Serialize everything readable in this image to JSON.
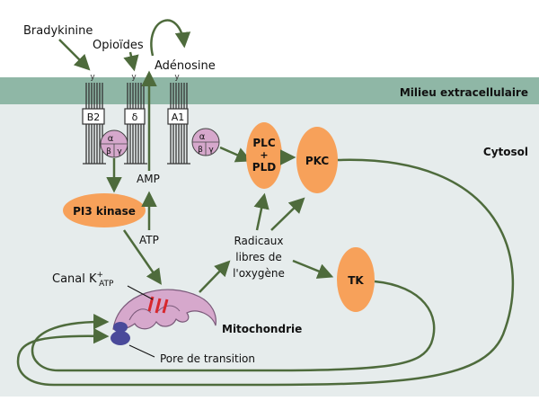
{
  "regions": {
    "extracellular": "Milieu extracellulaire",
    "cytosol": "Cytosol"
  },
  "ligands": {
    "bradykinine": "Bradykinine",
    "opioides": "Opioïdes",
    "adenosine": "Adénosine"
  },
  "receptors": {
    "b2": "B2",
    "delta": "δ",
    "a1": "A1",
    "receptor_marker": "y"
  },
  "gprotein": {
    "alpha": "α",
    "beta": "β",
    "gamma": "γ"
  },
  "enzymes": {
    "pi3k": "PI3 kinase",
    "plc_top": "PLC",
    "plc_plus": "+",
    "plc_bottom": "PLD",
    "pkc": "PKC",
    "tk": "TK"
  },
  "metabolites": {
    "amp": "AMP",
    "atp": "ATP",
    "ros_line1": "Radicaux",
    "ros_line2": "libres de",
    "ros_line3": "l'oxygène"
  },
  "mito": {
    "canal_label": "Canal K",
    "canal_sup": "+",
    "canal_sub": "ATP",
    "mitochondrie": "Mitochondrie",
    "pore": "Pore de transition"
  },
  "colors": {
    "extracellular_band": "#8fb7a6",
    "cytosol_bg": "#e6ecec",
    "arrow_green": "#4e6b3c",
    "enzyme_orange": "#f7a15a",
    "mito_pink": "#d6a8cc",
    "channel_red": "#d8272d",
    "pore_blue": "#4a4a9a"
  }
}
